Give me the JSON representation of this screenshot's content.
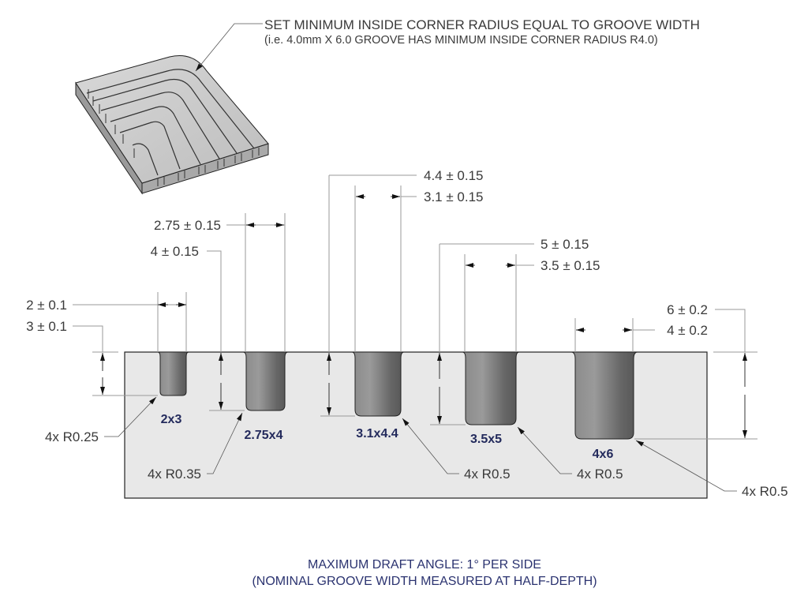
{
  "title_note": {
    "line1": "SET MINIMUM INSIDE CORNER RADIUS EQUAL TO GROOVE WIDTH",
    "line2": "(i.e. 4.0mm X 6.0 GROOVE HAS MINIMUM INSIDE CORNER RADIUS R4.0)"
  },
  "grooves": [
    {
      "label": "2x3",
      "width_dim": "2 ± 0.1",
      "depth_dim": "3 ± 0.1",
      "radius": "4x R0.25"
    },
    {
      "label": "2.75x4",
      "width_dim": "2.75 ± 0.15",
      "depth_dim": "4 ± 0.15",
      "radius": "4x R0.35"
    },
    {
      "label": "3.1x4.4",
      "width_dim": "3.1 ± 0.15",
      "depth_dim": "4.4 ± 0.15",
      "radius": "4x R0.5"
    },
    {
      "label": "3.5x5",
      "width_dim": "3.5 ± 0.15",
      "depth_dim": "5 ± 0.15",
      "radius": "4x R0.5"
    },
    {
      "label": "4x6",
      "width_dim": "4 ± 0.2",
      "depth_dim": "6 ± 0.2",
      "radius": "4x R0.5"
    }
  ],
  "footer": {
    "line1": "MAXIMUM DRAFT ANGLE:  1° PER SIDE",
    "line2": "(NOMINAL GROOVE WIDTH MEASURED AT HALF-DEPTH)"
  },
  "colors": {
    "section_fill": "#e8e8e8",
    "groove_dark": "#5e5e5e",
    "label_navy": "#232a5c"
  }
}
